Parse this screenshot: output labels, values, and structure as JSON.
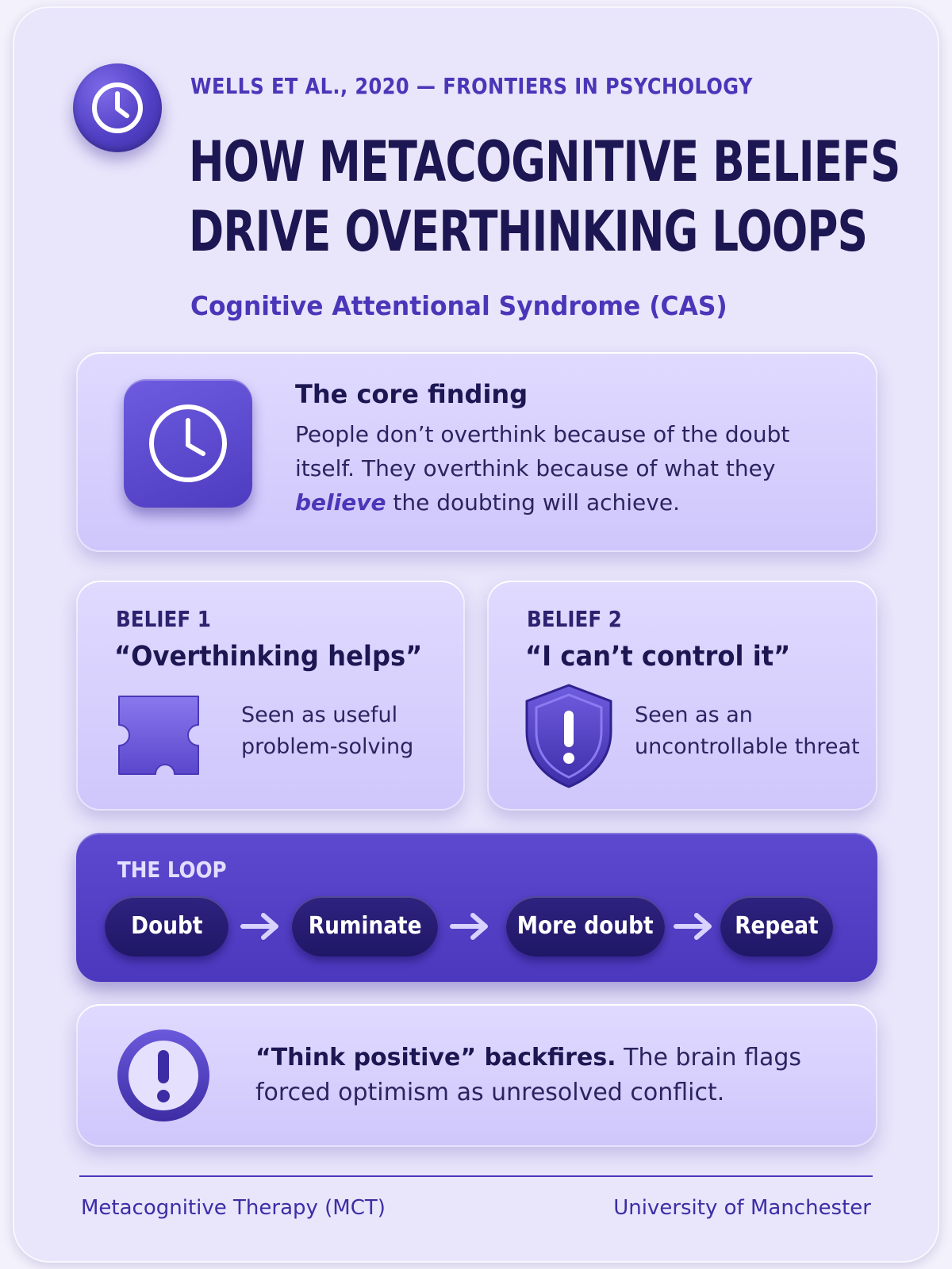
{
  "header": {
    "source": "WELLS ET AL., 2020 — FRONTIERS IN PSYCHOLOGY",
    "title_line1": "HOW METACOGNITIVE BELIEFS",
    "title_line2": "DRIVE OVERTHINKING LOOPS",
    "subtitle": "Cognitive Attentional Syndrome (CAS)",
    "icon": "clock-icon"
  },
  "core": {
    "icon": "clock-icon",
    "heading": "The core finding",
    "text_before": "People don’t overthink because of the doubt itself. They overthink because of what they ",
    "text_emphasis": "believe",
    "text_after": " the doubting will achieve."
  },
  "beliefs": [
    {
      "label": "BELIEF 1",
      "quote": "“Overthinking helps”",
      "icon": "puzzle-piece-icon",
      "description": "Seen as useful problem-solving"
    },
    {
      "label": "BELIEF 2",
      "quote": "“I can’t control it”",
      "icon": "shield-alert-icon",
      "description": "Seen as an uncontrollable threat"
    }
  ],
  "loop": {
    "label": "THE LOOP",
    "steps": [
      "Doubt",
      "Ruminate",
      "More doubt",
      "Repeat"
    ],
    "arrow_icon": "arrow-right-icon"
  },
  "note": {
    "icon": "exclamation-circle-icon",
    "bold": "“Think positive” backfires.",
    "text": " The brain flags forced optimism as unresolved conflict."
  },
  "footer": {
    "left": "Metacognitive Therapy (MCT)",
    "right": "University of Manchester"
  },
  "colors": {
    "accent": "#4a36b8",
    "dark_text": "#1c1652",
    "panel": "#d8d0fd",
    "loop_bg": "#5141c6",
    "pill": "#251b72"
  }
}
